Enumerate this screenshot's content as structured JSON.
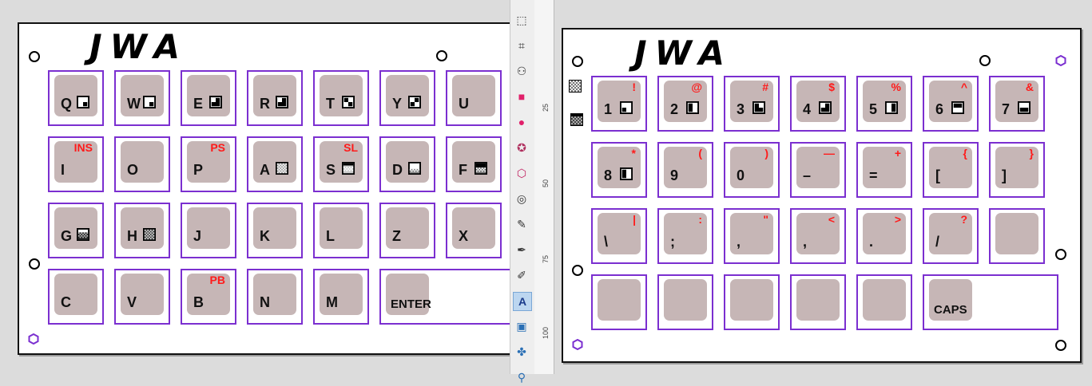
{
  "logo_text": "JWA",
  "colors": {
    "key_border": "#7b2fd0",
    "key_cap": "#c6b6b6",
    "shift_label": "#ff1a1a",
    "text": "#111111"
  },
  "left_board": {
    "rows": [
      [
        {
          "label": "Q",
          "sub": "",
          "glyph": "q"
        },
        {
          "label": "W",
          "sub": "",
          "glyph": "w"
        },
        {
          "label": "E",
          "sub": "",
          "glyph": "e"
        },
        {
          "label": "R",
          "sub": "",
          "glyph": "r"
        },
        {
          "label": "T",
          "sub": "",
          "glyph": "t"
        },
        {
          "label": "Y",
          "sub": "",
          "glyph": "y"
        },
        {
          "label": "U",
          "sub": "",
          "glyph": ""
        }
      ],
      [
        {
          "label": "I",
          "sub": "INS",
          "glyph": ""
        },
        {
          "label": "O",
          "sub": "",
          "glyph": ""
        },
        {
          "label": "P",
          "sub": "PS",
          "glyph": ""
        },
        {
          "label": "A",
          "sub": "",
          "glyph": "a"
        },
        {
          "label": "S",
          "sub": "SL",
          "glyph": "s"
        },
        {
          "label": "D",
          "sub": "",
          "glyph": "d"
        },
        {
          "label": "F",
          "sub": "",
          "glyph": "f"
        }
      ],
      [
        {
          "label": "G",
          "sub": "",
          "glyph": "g"
        },
        {
          "label": "H",
          "sub": "",
          "glyph": "h"
        },
        {
          "label": "J",
          "sub": "",
          "glyph": ""
        },
        {
          "label": "K",
          "sub": "",
          "glyph": ""
        },
        {
          "label": "L",
          "sub": "",
          "glyph": ""
        },
        {
          "label": "Z",
          "sub": "",
          "glyph": ""
        },
        {
          "label": "X",
          "sub": "",
          "glyph": ""
        }
      ],
      [
        {
          "label": "C",
          "sub": "",
          "glyph": ""
        },
        {
          "label": "V",
          "sub": "",
          "glyph": ""
        },
        {
          "label": "B",
          "sub": "PB",
          "glyph": ""
        },
        {
          "label": "N",
          "sub": "",
          "glyph": ""
        },
        {
          "label": "M",
          "sub": "",
          "glyph": ""
        },
        {
          "label": "ENTER",
          "sub": "",
          "glyph": "",
          "wide": true
        }
      ]
    ]
  },
  "right_board": {
    "rows": [
      [
        {
          "label": "1",
          "sub": "!",
          "glyph": "n1"
        },
        {
          "label": "2",
          "sub": "@",
          "glyph": "n2"
        },
        {
          "label": "3",
          "sub": "#",
          "glyph": "n3"
        },
        {
          "label": "4",
          "sub": "$",
          "glyph": "n4"
        },
        {
          "label": "5",
          "sub": "%",
          "glyph": "n5"
        },
        {
          "label": "6",
          "sub": "^",
          "glyph": "n6"
        },
        {
          "label": "7",
          "sub": "&",
          "glyph": "n7"
        }
      ],
      [
        {
          "label": "8",
          "sub": "*",
          "glyph": "n8"
        },
        {
          "label": "9",
          "sub": "(",
          "glyph": ""
        },
        {
          "label": "0",
          "sub": ")",
          "glyph": ""
        },
        {
          "label": "–",
          "sub": "—",
          "glyph": ""
        },
        {
          "label": "=",
          "sub": "+",
          "glyph": ""
        },
        {
          "label": "[",
          "sub": "{",
          "glyph": ""
        },
        {
          "label": "]",
          "sub": "}",
          "glyph": ""
        }
      ],
      [
        {
          "label": "\\",
          "sub": "|",
          "glyph": ""
        },
        {
          "label": ";",
          "sub": ":",
          "glyph": ""
        },
        {
          "label": ",",
          "sub": "\"",
          "glyph": ""
        },
        {
          "label": ",",
          "sub": "<",
          "glyph": ""
        },
        {
          "label": ".",
          "sub": ">",
          "glyph": ""
        },
        {
          "label": "/",
          "sub": "?",
          "glyph": ""
        },
        {
          "label": "",
          "sub": "",
          "glyph": ""
        }
      ],
      [
        {
          "label": "",
          "sub": "",
          "glyph": ""
        },
        {
          "label": "",
          "sub": "",
          "glyph": ""
        },
        {
          "label": "",
          "sub": "",
          "glyph": ""
        },
        {
          "label": "",
          "sub": "",
          "glyph": ""
        },
        {
          "label": "",
          "sub": "",
          "glyph": ""
        },
        {
          "label": "CAPS",
          "sub": "",
          "glyph": "",
          "wide": true
        }
      ]
    ]
  },
  "toolbar": {
    "tools": [
      "node-tool-icon",
      "tweak-tool-icon",
      "spray-tool-icon",
      "rectangle-icon",
      "circle-icon",
      "star-icon",
      "box3d-icon",
      "spiral-icon",
      "pencil-icon",
      "pen-icon",
      "calligraphy-icon",
      "text-tool-icon",
      "gradient-icon",
      "mesh-icon",
      "dropper-icon"
    ]
  },
  "ruler": {
    "ticks": [
      "25",
      "50",
      "75",
      "100"
    ]
  }
}
